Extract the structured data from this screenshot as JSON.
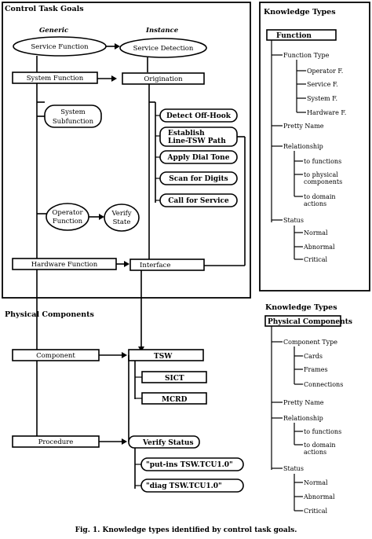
{
  "control_goals": {
    "title": "Control Task Goals",
    "generic_label": "Generic",
    "instance_label": "Instance",
    "service_function": "Service Function",
    "service_detection": "Service Detection",
    "system_function": "System Function",
    "origination": "Origination",
    "system_subfunction_line1": "System",
    "system_subfunction_line2": "Subfunction",
    "operator_function_line1": "Operator",
    "operator_function_line2": "Function",
    "verify_state_line1": "Verify",
    "verify_state_line2": "State",
    "steps": [
      "Detect Off-Hook",
      "Establish",
      "Line-TSW Path",
      "Apply Dial Tone",
      "Scan for Digits",
      "Call for Service"
    ],
    "hardware_function": "Hardware Function",
    "interface": "Interface"
  },
  "knowledge_types_function": {
    "title": "Knowledge Types",
    "root": "Function",
    "function_type": "Function Type",
    "types": [
      "Operator F.",
      "Service F.",
      "System F.",
      "Hardware F."
    ],
    "pretty_name": "Pretty Name",
    "relationship": "Relationship",
    "relations": [
      "to functions",
      "to physical",
      "components",
      "to domain",
      "actions"
    ],
    "status": "Status",
    "statuses": [
      "Normal",
      "Abnormal",
      "Critical"
    ]
  },
  "physical_components": {
    "title": "Physical Components",
    "component": "Component",
    "tsw": "TSW",
    "sict": "SICT",
    "mcrd": "MCRD",
    "procedure": "Procedure",
    "verify_status": "Verify Status",
    "cmd1": "\"put-ins TSW.TCU1.0\"",
    "cmd2": "\"diag TSW.TCU1.0\""
  },
  "knowledge_types_physical": {
    "title": "Knowledge Types",
    "root": "Physical Components",
    "component_type": "Component Type",
    "types": [
      "Cards",
      "Frames",
      "Connections"
    ],
    "pretty_name": "Pretty Name",
    "relationship": "Relationship",
    "relations": [
      "to functions",
      "to domain",
      "actions"
    ],
    "status": "Status",
    "statuses": [
      "Normal",
      "Abnormal",
      "Critical"
    ]
  },
  "caption": "Fig. 1. Knowledge types identified by control task goals."
}
